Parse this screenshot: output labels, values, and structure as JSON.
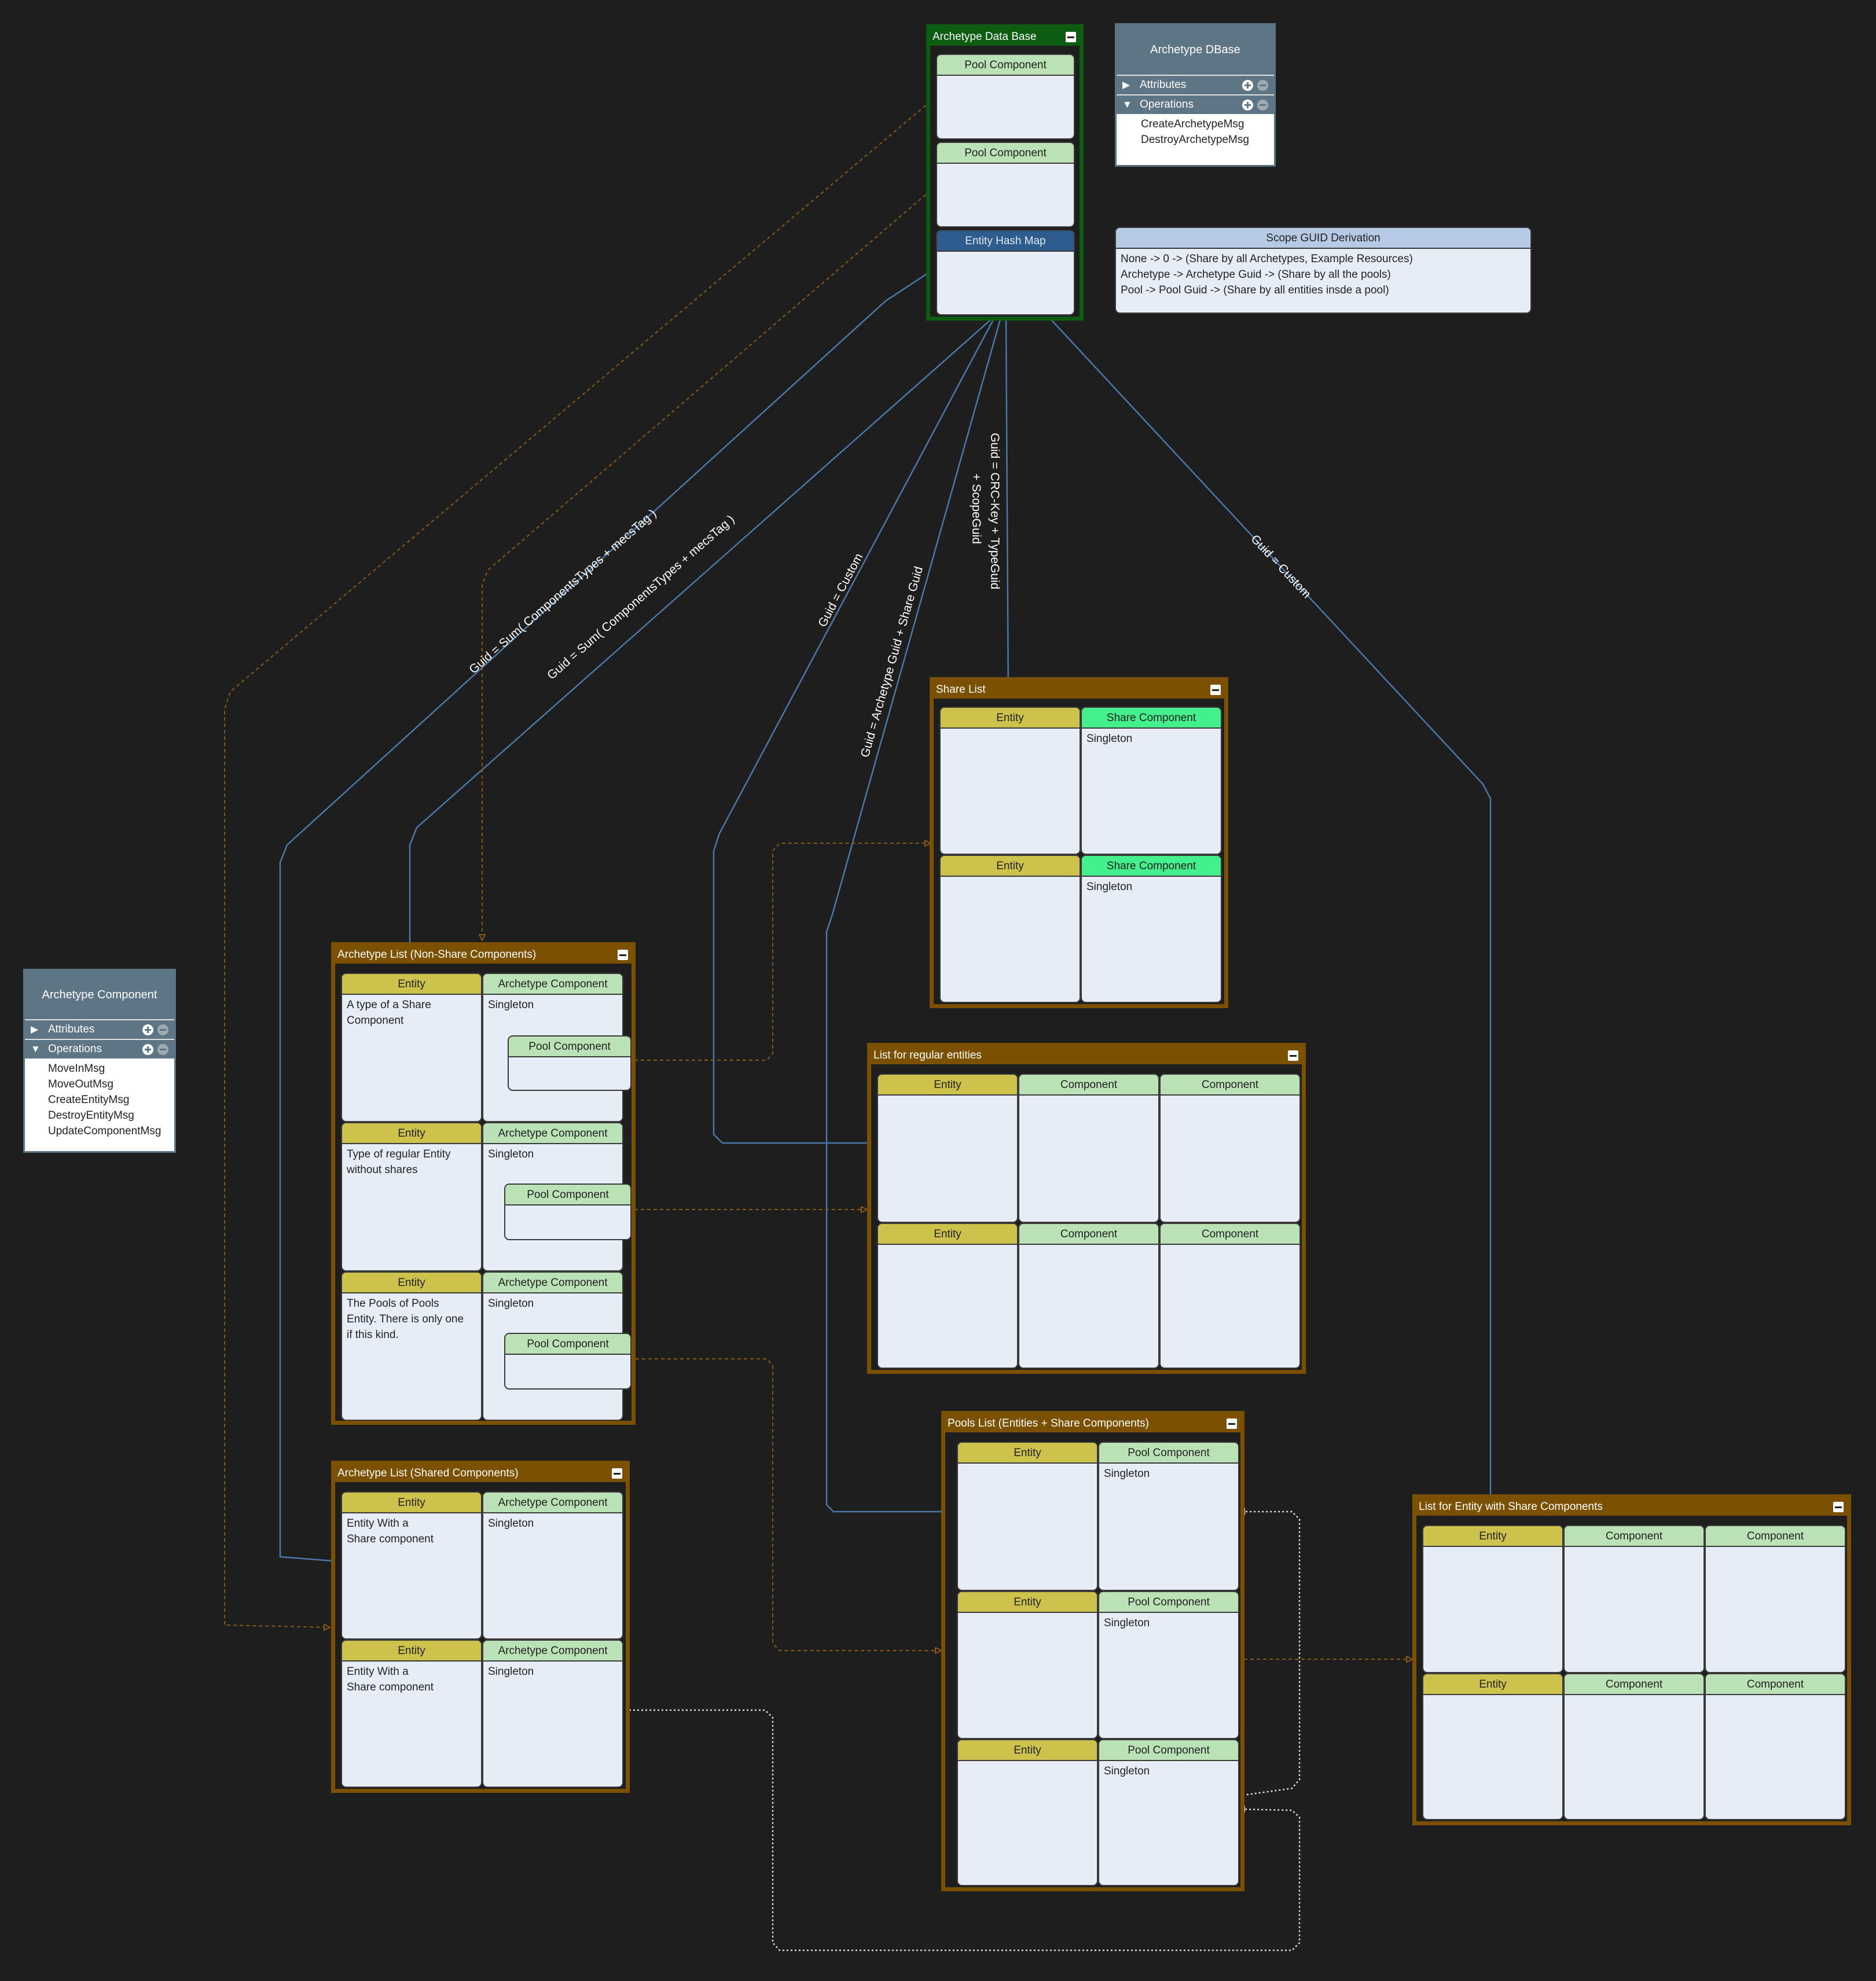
{
  "archetype_db": {
    "title": "Archetype Data Base",
    "nodes": [
      {
        "header": "Pool Component"
      },
      {
        "header": "Pool Component"
      },
      {
        "header": "Entity Hash Map"
      }
    ]
  },
  "class_dbase": {
    "title": "Archetype DBase",
    "attributes": "Attributes",
    "operations": "Operations",
    "ops": [
      "CreateArchetypeMsg",
      "DestroyArchetypeMsg"
    ]
  },
  "scope": {
    "header": "Scope GUID Derivation",
    "lines": [
      "None -> 0 ->  (Share by all Archetypes, Example Resources)",
      "Archetype -> Archetype Guid -> (Share by all the pools)",
      "Pool -> Pool Guid -> (Share by all entities insde a pool)"
    ]
  },
  "class_component": {
    "title": "Archetype Component",
    "attributes": "Attributes",
    "operations": "Operations",
    "ops": [
      "MoveInMsg",
      "MoveOutMsg",
      "CreateEntityMsg",
      "DestroyEntityMsg",
      "UpdateComponentMsg"
    ]
  },
  "share_list": {
    "title": "Share List",
    "rows": [
      {
        "entity": "Entity",
        "comp": "Share Component",
        "comp_body": "Singleton"
      },
      {
        "entity": "Entity",
        "comp": "Share Component",
        "comp_body": "Singleton"
      }
    ]
  },
  "arch_nonshare": {
    "title": "Archetype List (Non-Share Components)",
    "rows": [
      {
        "entity": "Entity",
        "entity_body": "A type of a Share\nComponent",
        "comp": "Archetype Component",
        "comp_body": "Singleton",
        "pool": "Pool Component"
      },
      {
        "entity": "Entity",
        "entity_body": "Type of regular Entity\nwithout shares",
        "comp": "Archetype Component",
        "comp_body": "Singleton",
        "pool": "Pool Component"
      },
      {
        "entity": "Entity",
        "entity_body": "The Pools of Pools\nEntity. There is only one\nif this kind.",
        "comp": "Archetype Component",
        "comp_body": "Singleton",
        "pool": "Pool Component"
      }
    ]
  },
  "regular_list": {
    "title": "List for regular entities",
    "rows": [
      {
        "entity": "Entity",
        "c1": "Component",
        "c2": "Component"
      },
      {
        "entity": "Entity",
        "c1": "Component",
        "c2": "Component"
      }
    ]
  },
  "arch_shared": {
    "title": "Archetype List (Shared Components)",
    "rows": [
      {
        "entity": "Entity",
        "entity_body": "Entity With a\nShare component",
        "comp": "Archetype Component",
        "comp_body": "Singleton"
      },
      {
        "entity": "Entity",
        "entity_body": "Entity With a\nShare component",
        "comp": "Archetype Component",
        "comp_body": "Singleton"
      }
    ]
  },
  "pools_list": {
    "title": "Pools List (Entities + Share Components)",
    "rows": [
      {
        "entity": "Entity",
        "comp": "Pool Component",
        "comp_body": "Singleton"
      },
      {
        "entity": "Entity",
        "comp": "Pool Component",
        "comp_body": "Singleton"
      },
      {
        "entity": "Entity",
        "comp": "Pool Component",
        "comp_body": "Singleton"
      }
    ]
  },
  "share_entity_list": {
    "title": "List for Entity with Share Components",
    "rows": [
      {
        "entity": "Entity",
        "c1": "Component",
        "c2": "Component"
      },
      {
        "entity": "Entity",
        "c1": "Component",
        "c2": "Component"
      }
    ]
  },
  "edge_labels": {
    "guid_sum_1": "Guid = Sum( ComponentsTypes + mecsTag )",
    "guid_sum_2": "Guid = Sum( ComponentsTypes + mecsTag )",
    "guid_custom_1": "Guid = Custom",
    "guid_arch_share": "Guid = Archetype Guid + Share Guid",
    "guid_crc_1": "Guid = CRC-Key + TypeGuid",
    "guid_crc_2": "+ ScopeGuid",
    "guid_custom_2": "Guid = Custom"
  },
  "colors": {
    "background": "#1e1e1e",
    "group_brown": "#7b5000",
    "group_green": "#0c5d12",
    "entity_header": "#cdc24b",
    "component_header": "#bbe2b6",
    "share_component_header": "#44f08b",
    "node_body": "#e6edf7",
    "edge_blue": "#4a78a8",
    "edge_brown": "#8a5a16",
    "edge_white": "#dddddd"
  }
}
